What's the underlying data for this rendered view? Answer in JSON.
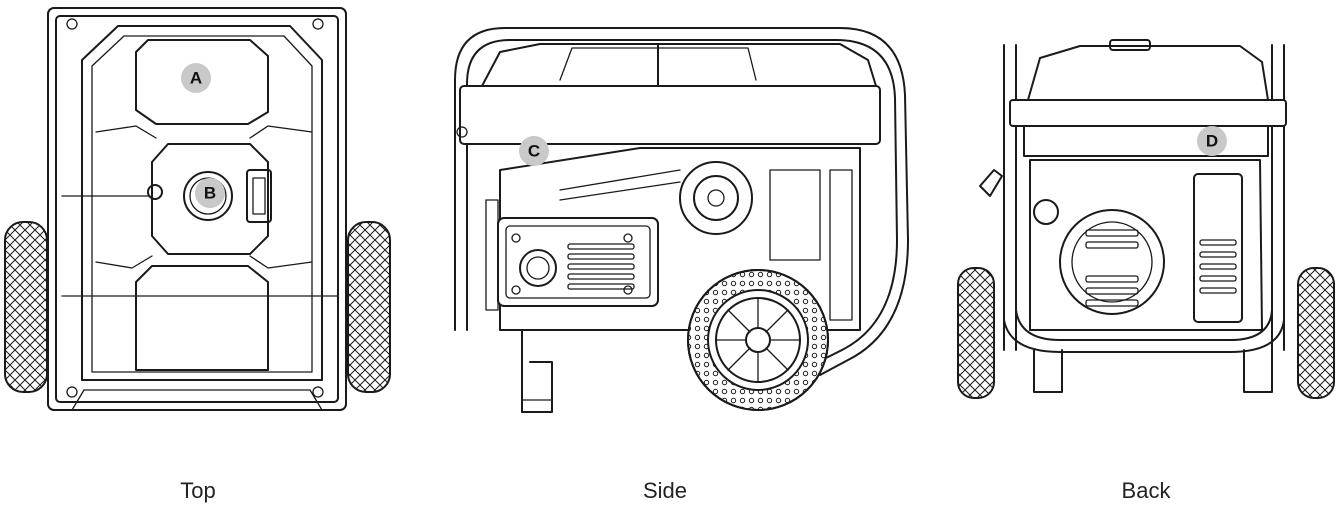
{
  "views": {
    "top": {
      "label": "Top"
    },
    "side": {
      "label": "Side"
    },
    "back": {
      "label": "Back"
    }
  },
  "callouts": {
    "a": "A",
    "b": "B",
    "c": "C",
    "d": "D"
  },
  "colors": {
    "line": "#1a1a1a",
    "callout_fill": "#c9c9c9",
    "background": "#ffffff"
  }
}
